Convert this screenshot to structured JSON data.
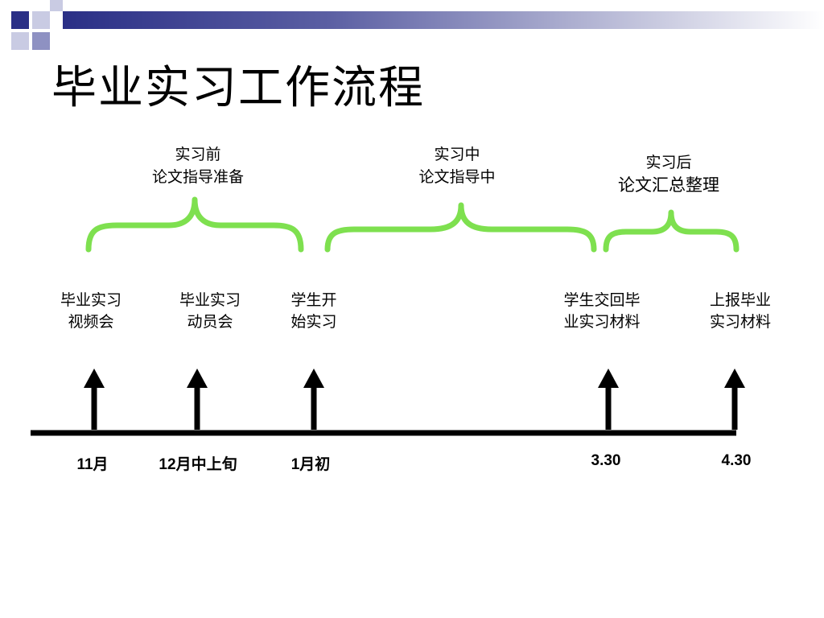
{
  "title": "毕业实习工作流程",
  "colors": {
    "brace": "#7ee04f",
    "timeline": "#000000",
    "band": "#2a2f86"
  },
  "phases": [
    {
      "line1": "实习前",
      "line2": "论文指导准备"
    },
    {
      "line1": "实习中",
      "line2": "论文指导中"
    },
    {
      "line1": "实习后",
      "line2": "论文汇总整理"
    }
  ],
  "events": [
    {
      "line1": "毕业实习",
      "line2": "视频会",
      "date": "11月"
    },
    {
      "line1": "毕业实习",
      "line2": "动员会",
      "date": "12月中上旬"
    },
    {
      "line1": "学生开",
      "line2": "始实习",
      "date": "1月初"
    },
    {
      "line1": "学生交回毕",
      "line2": "业实习材料",
      "date": "3.30"
    },
    {
      "line1": "上报毕业",
      "line2": "实习材料",
      "date": "4.30"
    }
  ]
}
